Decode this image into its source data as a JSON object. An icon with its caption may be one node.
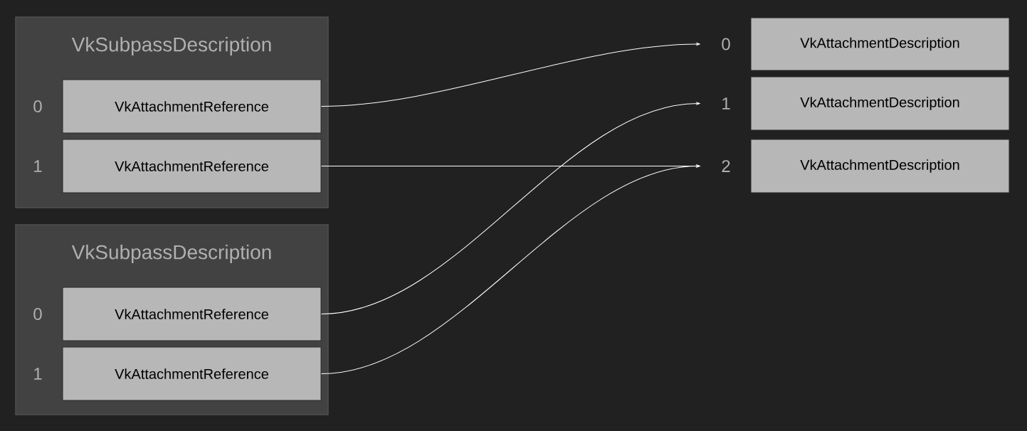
{
  "diagram": {
    "nodes": [
      {
        "text": [
          "VkSubpassDescription"
        ]
      },
      {
        "text": [
          "VkAttachmentReference"
        ],
        "in": 0,
        "beside": [
          "0"
        ]
      },
      {
        "text": [
          "VkAttachmentReference"
        ],
        "in": 0,
        "beside": [
          "1"
        ]
      },
      {
        "text": [
          "VkSubpassDescription"
        ]
      },
      {
        "text": [
          "VkAttachmentReference"
        ],
        "in": 3,
        "beside": [
          "0"
        ]
      },
      {
        "text": [
          "VkAttachmentReference"
        ],
        "in": 3,
        "beside": [
          "1"
        ]
      },
      {
        "text": [
          "VkAttachmentDescription"
        ],
        "beside": [
          "0"
        ]
      },
      {
        "text": [
          "VkAttachmentDescription"
        ],
        "beside": [
          "1"
        ]
      },
      {
        "text": [
          "VkAttachmentDescription"
        ],
        "beside": [
          "2"
        ]
      }
    ],
    "edges": [
      {
        "from": 1,
        "to": 6,
        "arrow": "to"
      },
      {
        "from": 2,
        "to": 8,
        "arrow": "to"
      },
      {
        "from": 4,
        "to": 7,
        "arrow": "to"
      },
      {
        "from": 5,
        "to": 8,
        "arrow": "to"
      }
    ]
  }
}
